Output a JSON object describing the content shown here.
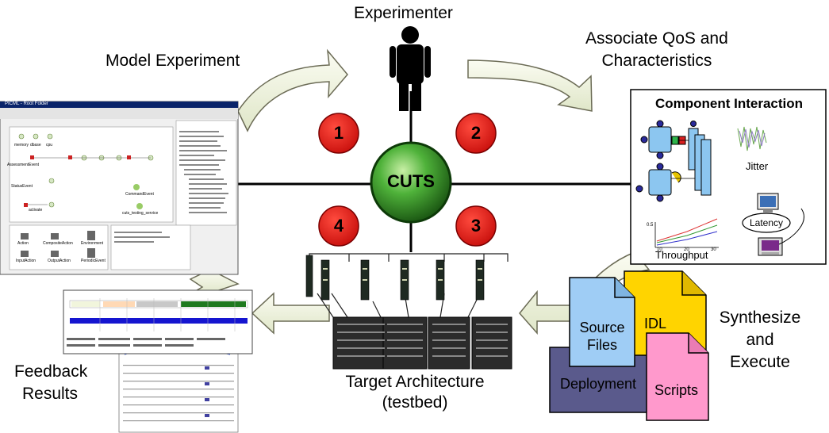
{
  "center": {
    "label": "CUTS"
  },
  "experimenter": {
    "label": "Experimenter"
  },
  "labels": {
    "model_experiment": "Model Experiment",
    "associate_line1": "Associate QoS and",
    "associate_line2": "Characteristics",
    "synthesize_line1": "Synthesize",
    "synthesize_line2": "and",
    "synthesize_line3": "Execute",
    "feedback_line1": "Feedback",
    "feedback_line2": "Results",
    "target_line1": "Target Architecture",
    "target_line2": "(testbed)"
  },
  "steps": [
    "1",
    "2",
    "3",
    "4"
  ],
  "component_panel": {
    "title": "Component Interaction",
    "jitter": "Jitter",
    "latency": "Latency",
    "throughput": "Throughput",
    "chart_ticks": [
      "0.5",
      "10",
      "20",
      "30"
    ]
  },
  "documents": {
    "source_files_line1": "Source",
    "source_files_line2": "Files",
    "idl": "IDL",
    "deployment": "Deployment",
    "scripts": "Scripts"
  },
  "model_window": {
    "title": "PICML - Root Folder",
    "nodes": [
      "memory",
      "dbase",
      "cpu",
      "AssessmentEvent",
      "StatusEvent",
      "activate",
      "CommandEvent",
      "cuts_testing_service"
    ],
    "parts": [
      "Action",
      "CompositeAction",
      "Environment",
      "InputAction",
      "OutputAction",
      "PeriodicEvent"
    ]
  },
  "colors": {
    "step_red": "#e31b17",
    "center_green": "#3cb043",
    "arrow_fill": "#f2f5e6",
    "idl_yellow": "#ffd400",
    "source_blue": "#9fcdf5",
    "deploy_purple": "#5a5a8c",
    "scripts_pink": "#ff99cc"
  }
}
